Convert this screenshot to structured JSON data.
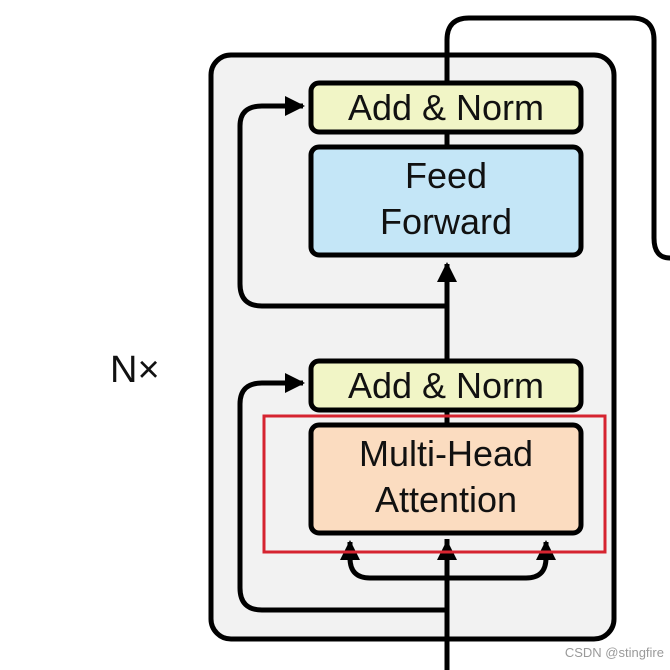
{
  "diagram": {
    "repeat_label": "N×",
    "add_norm_top": {
      "label": "Add & Norm"
    },
    "feed_forward": {
      "line1": "Feed",
      "line2": "Forward"
    },
    "add_norm_bottom": {
      "label": "Add & Norm"
    },
    "attention": {
      "line1": "Multi-Head",
      "line2": "Attention"
    }
  },
  "colors": {
    "block_background": "#f2f2f2",
    "add_norm_fill": "#f1f5c6",
    "feed_forward_fill": "#c4e6f7",
    "attention_fill": "#fbdcc0",
    "stroke": "#000000",
    "highlight": "#d62430"
  },
  "watermark": "CSDN @stingfire"
}
